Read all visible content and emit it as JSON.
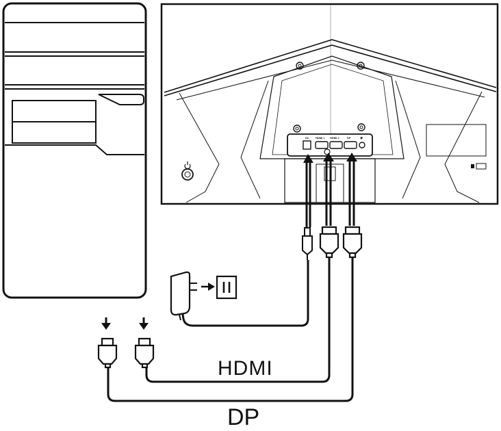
{
  "diagram": {
    "ports": {
      "dc_in": "DC",
      "hdmi1": "HDMI 1",
      "hdmi2": "HDMI 2",
      "dp": "DP"
    },
    "cable_labels": {
      "hdmi": "HDMI",
      "dp": "DP"
    },
    "icons": {
      "monitor_power": "power-icon",
      "wall_outlet": "wall-outlet-icon",
      "power_adapter": "power-adapter-icon",
      "source_arrows": "arrow-down-icon"
    }
  }
}
